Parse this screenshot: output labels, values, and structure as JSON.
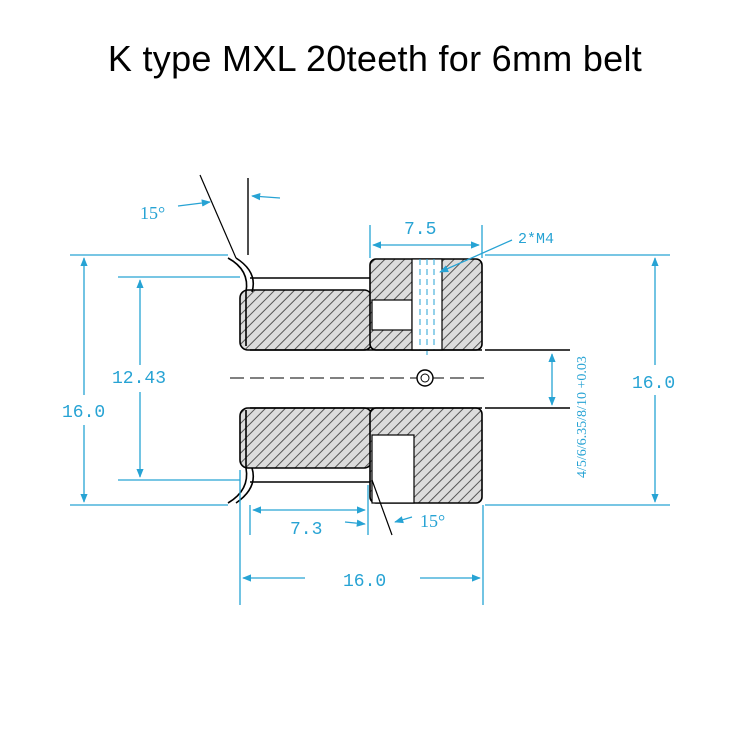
{
  "title": "K type MXL 20teeth for 6mm belt",
  "colors": {
    "dimension": "#27a3d4",
    "outline": "#000000",
    "hatch": "#555555",
    "fill": "#dcdcdc"
  },
  "dimensions": {
    "angle_top": "15°",
    "hub_width": "7.5",
    "screw_label": "2*M4",
    "inner_diameter": "12.43",
    "outer_height_left": "16.0",
    "outer_height_right": "16.0",
    "bore_options": "4/5/6/6.35/8/10 +0.03",
    "tooth_width": "7.3",
    "angle_bottom": "15°",
    "total_length": "16.0"
  }
}
